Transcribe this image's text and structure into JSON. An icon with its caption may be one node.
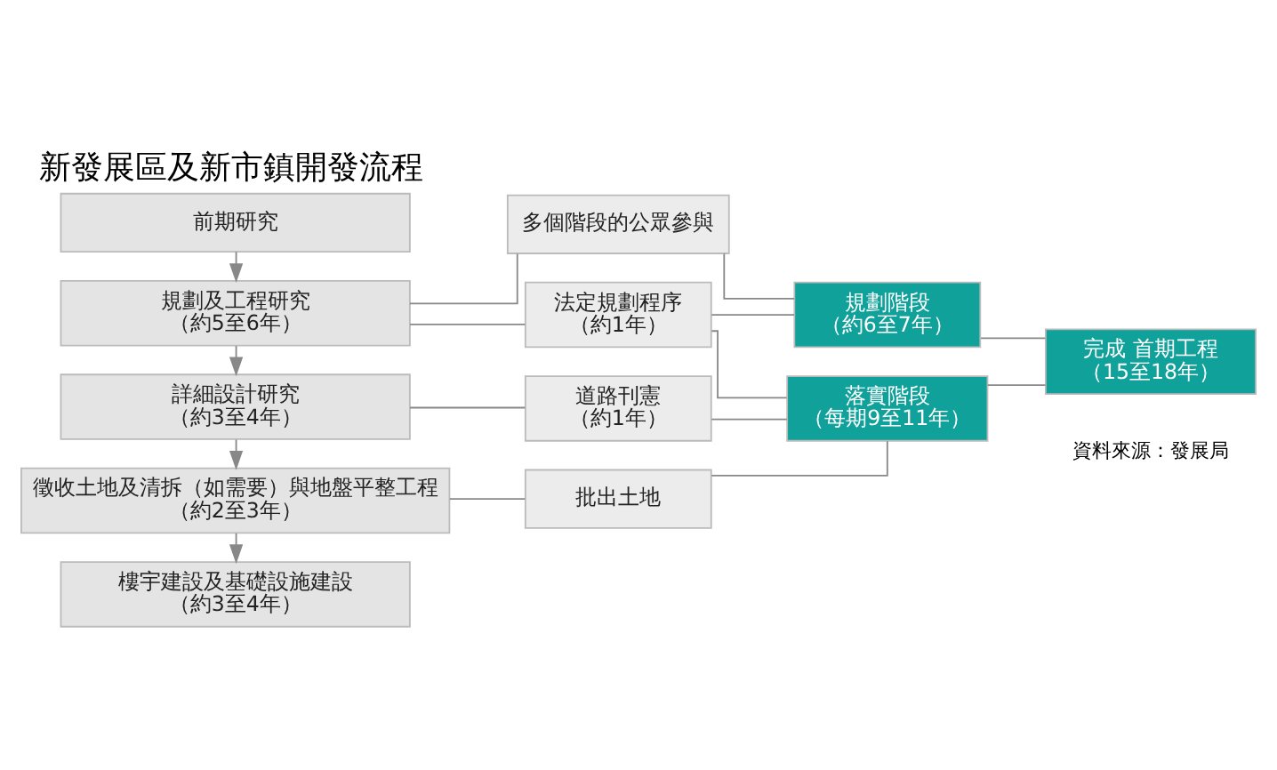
{
  "diagram": {
    "title": "新發展區及新市鎮開發流程",
    "nodes": [
      {
        "text": [
          "前期研究"
        ]
      },
      {
        "text": [
          "規劃及工程研究",
          "（約5至6年）"
        ]
      },
      {
        "text": [
          "詳細設計研究",
          "（約3至4年）"
        ]
      },
      {
        "text": [
          "徵收土地及清拆（如需要）與地盤平整工程",
          "（約2至3年）"
        ]
      },
      {
        "text": [
          "樓宇建設及基礎設施建設",
          "（約3至4年）"
        ]
      },
      {
        "text": [
          "多個階段的公眾參與"
        ]
      },
      {
        "text": [
          "法定規劃程序",
          "（約1年）"
        ]
      },
      {
        "text": [
          "道路刊憲",
          "（約1年）"
        ]
      },
      {
        "text": [
          "批出土地"
        ]
      },
      {
        "text": [
          "規劃階段",
          "（約6至7年）"
        ]
      },
      {
        "text": [
          "落實階段",
          "（每期9至11年）"
        ]
      },
      {
        "text": [
          "完成 首期工程",
          "（15至18年）"
        ]
      }
    ],
    "edges": [
      {
        "from": 0,
        "to": 1,
        "arrow": "to"
      },
      {
        "from": 1,
        "to": 2,
        "arrow": "to"
      },
      {
        "from": 2,
        "to": 3,
        "arrow": "to"
      },
      {
        "from": 3,
        "to": 4,
        "arrow": "to"
      },
      {
        "from": 1,
        "to": 5,
        "arrow": "none"
      },
      {
        "from": 1,
        "to": 6,
        "arrow": "none"
      },
      {
        "from": 2,
        "to": 7,
        "arrow": "none"
      },
      {
        "from": 3,
        "to": 8,
        "arrow": "none"
      },
      {
        "from": 5,
        "to": 9,
        "arrow": "none"
      },
      {
        "from": 6,
        "to": 9,
        "arrow": "none"
      },
      {
        "from": 6,
        "to": 10,
        "arrow": "none"
      },
      {
        "from": 7,
        "to": 10,
        "arrow": "none"
      },
      {
        "from": 8,
        "to": 10,
        "arrow": "none"
      },
      {
        "from": 9,
        "to": 11,
        "arrow": "none"
      },
      {
        "from": 10,
        "to": 11,
        "arrow": "none"
      }
    ],
    "labels": [
      "資料來源：發展局"
    ]
  }
}
